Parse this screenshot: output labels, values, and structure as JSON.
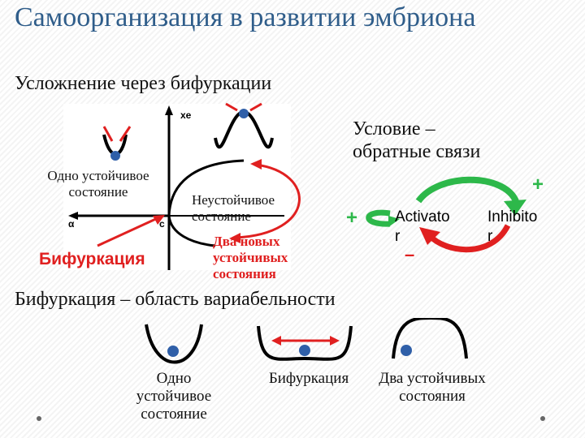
{
  "slide": {
    "title": "Самоорганизация в развитии эмбриона",
    "subtitle": "Усложнение через бифуркации",
    "condition_text": "Условие – обратные связи",
    "variability_text": "Бифуркация – область вариабельности"
  },
  "figure_left": {
    "one_stable_label": "Одно устойчивое состояние",
    "unstable_label": "Неустойчивое состояние",
    "bifurcation_label": "Бифуркация",
    "two_new_label": "Два новых устойчивых состояния",
    "axis_y_label": "xe",
    "axis_x_label": "α",
    "point_label": "c"
  },
  "feedback": {
    "activator": "Activator",
    "inhibitor": "Inhibitor",
    "plus_top": "+",
    "plus_left": "+",
    "minus": "–",
    "colors": {
      "activation": "#2db84a",
      "inhibition": "#e02020"
    }
  },
  "bottom_wells": [
    {
      "label": "Одно устойчивое состояние"
    },
    {
      "label": "Бифуркация"
    },
    {
      "label": "Два устойчивых состояния"
    }
  ],
  "colors": {
    "title": "#2f5d8a",
    "ball": "#2f5fa8",
    "arrow_red": "#e02020"
  }
}
